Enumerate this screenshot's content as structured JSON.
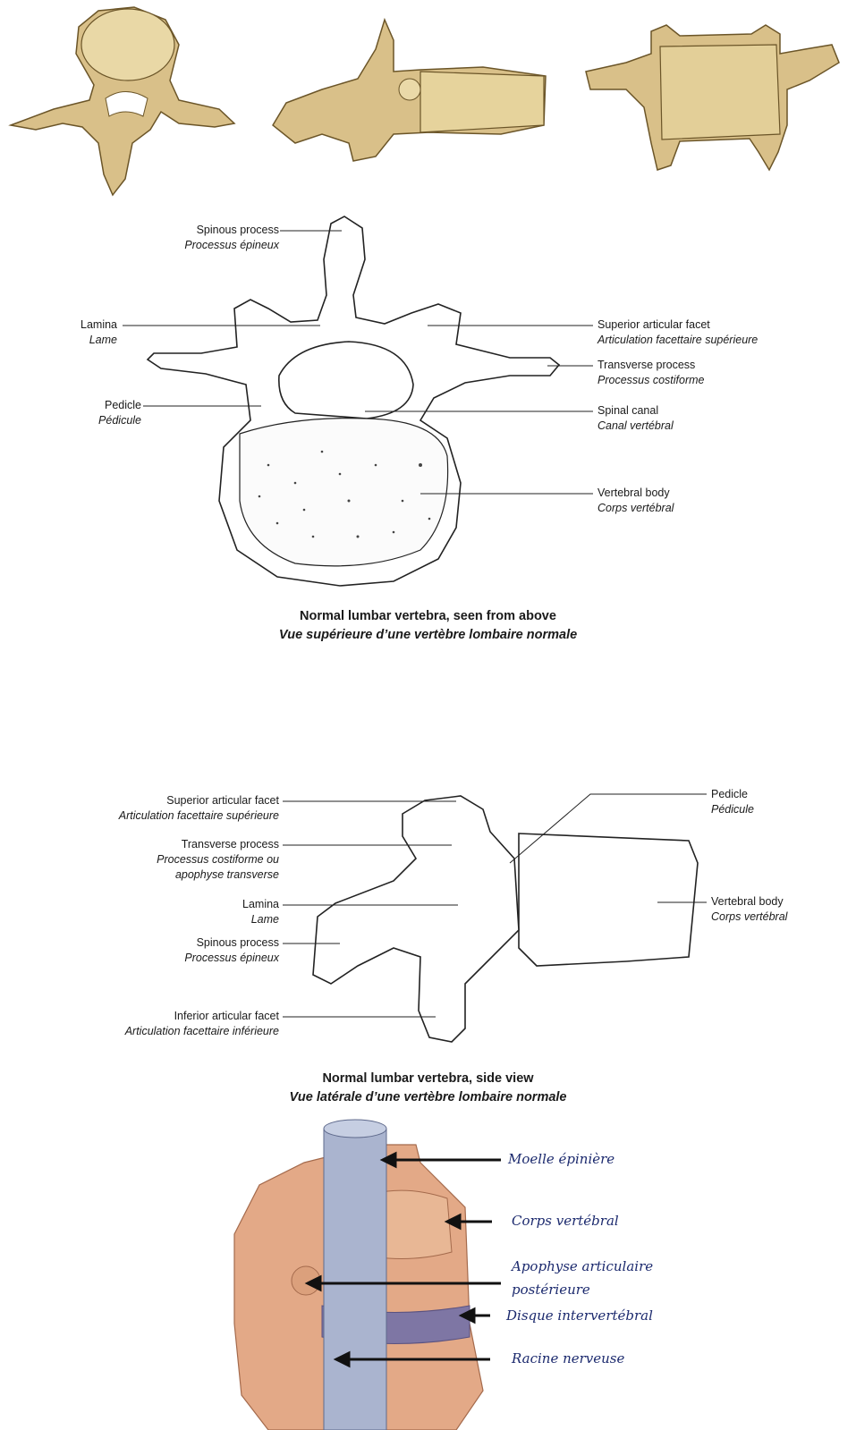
{
  "top_view_labels": {
    "spinous": {
      "en": "Spinous process",
      "fr": "Processus épineux"
    },
    "lamina": {
      "en": "Lamina",
      "fr": "Lame"
    },
    "pedicle": {
      "en": "Pedicle",
      "fr": "Pédicule"
    },
    "sup_facet": {
      "en": "Superior articular facet",
      "fr": "Articulation facettaire supérieure"
    },
    "transverse": {
      "en": "Transverse process",
      "fr": "Processus costiforme"
    },
    "canal": {
      "en": "Spinal canal",
      "fr": "Canal vertébral"
    },
    "body": {
      "en": "Vertebral body",
      "fr": "Corps vertébral"
    }
  },
  "top_caption": {
    "en": "Normal lumbar vertebra, seen from above",
    "fr": "Vue supérieure d’une vertèbre lombaire normale"
  },
  "side_view_labels": {
    "sup_facet": {
      "en": "Superior articular facet",
      "fr": "Articulation facettaire supérieure"
    },
    "transverse": {
      "en": "Transverse process",
      "fr1": "Processus costiforme ou",
      "fr2": "apophyse transverse"
    },
    "lamina": {
      "en": "Lamina",
      "fr": "Lame"
    },
    "spinous": {
      "en": "Spinous process",
      "fr": "Processus épineux"
    },
    "inf_facet": {
      "en": "Inferior articular facet",
      "fr": "Articulation facettaire inférieure"
    },
    "pedicle": {
      "en": "Pedicle",
      "fr": "Pédicule"
    },
    "body": {
      "en": "Vertebral body",
      "fr": "Corps vertébral"
    }
  },
  "side_caption": {
    "en": "Normal lumbar vertebra, side view",
    "fr": "Vue latérale d’une vertèbre lombaire normale"
  },
  "spine_labels": {
    "moelle": "Moelle épinière",
    "corps": "Corps vertébral",
    "apophyse1": "Apophyse articulaire",
    "apophyse2": "postérieure",
    "disque": "Disque intervertébral",
    "racine": "Racine nerveuse"
  },
  "colors": {
    "bone": "#d9c089",
    "bone_dark": "#9c8148",
    "pink": "#e3a987",
    "nerve": "#aab4cf",
    "disc": "#7e76a4",
    "ink": "#1c2a6e"
  }
}
